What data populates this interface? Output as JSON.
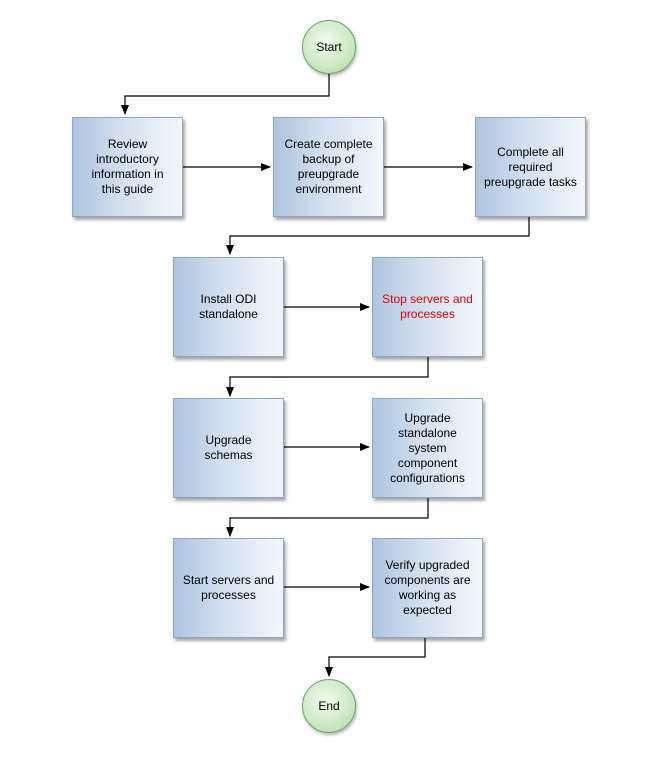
{
  "diagram": {
    "start": "Start",
    "end": "End",
    "steps": [
      {
        "id": "review",
        "label": "Review\nintroductory\ninformation in\nthis guide"
      },
      {
        "id": "backup",
        "label": "Create complete\nbackup of\npreupgrade\nenvironment"
      },
      {
        "id": "preupgrade",
        "label": "Complete all\nrequired\npreupgrade tasks"
      },
      {
        "id": "install",
        "label": "Install ODI\nstandalone"
      },
      {
        "id": "stop",
        "label": "Stop servers and\nprocesses",
        "highlight": true
      },
      {
        "id": "schemas",
        "label": "Upgrade\nschemas"
      },
      {
        "id": "configs",
        "label": "Upgrade\nstandalone\nsystem\ncomponent\nconfigurations"
      },
      {
        "id": "start-servers",
        "label": "Start servers and\nprocesses"
      },
      {
        "id": "verify",
        "label": "Verify upgraded\ncomponents are\nworking as\nexpected"
      }
    ]
  },
  "colors": {
    "highlight_text": "#e00000",
    "connector": "#000000",
    "box_border": "#8ea6c4",
    "terminal_fill": "#cfeac7"
  }
}
